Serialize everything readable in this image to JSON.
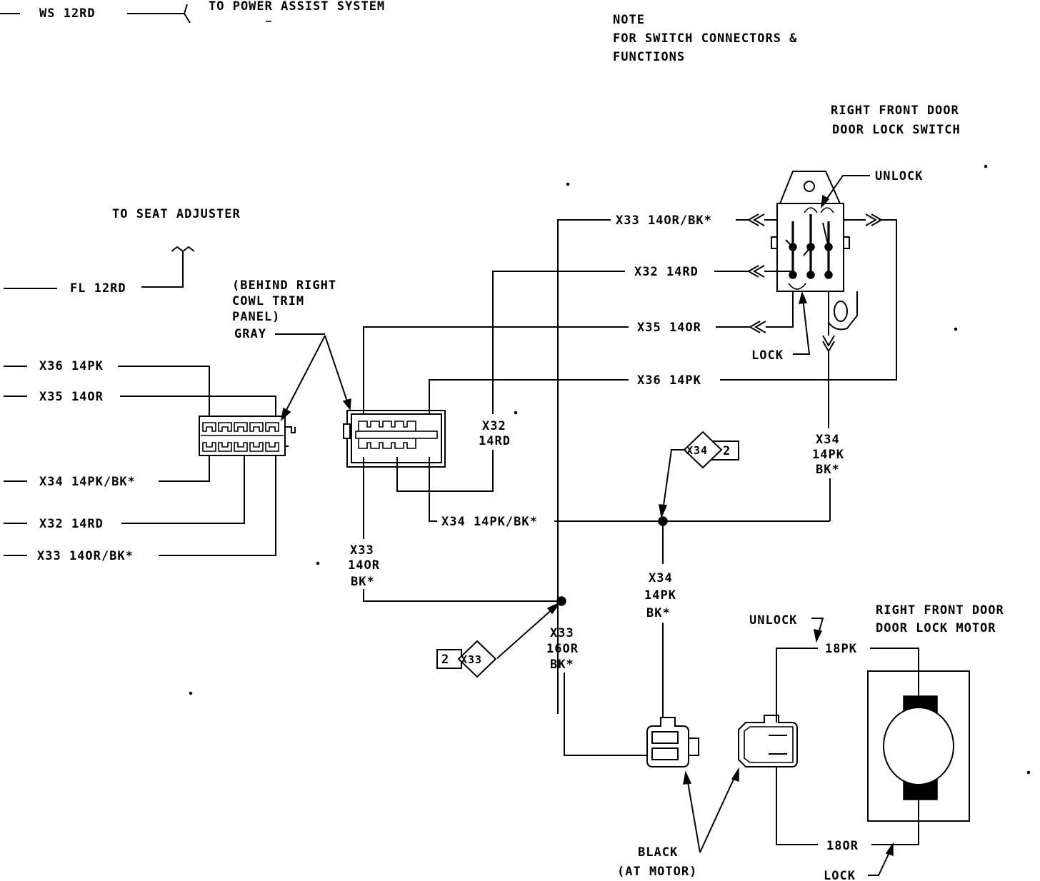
{
  "top": {
    "ws_wire": "WS 12RD",
    "power_assist": "TO POWER ASSIST SYSTEM",
    "note_line1": "NOTE",
    "note_line2": "FOR SWITCH CONNECTORS &",
    "note_line3": "FUNCTIONS"
  },
  "seat": {
    "label": "TO SEAT ADJUSTER",
    "fl_wire": "FL 12RD"
  },
  "connector_note": {
    "line1": "(BEHIND RIGHT",
    "line2": "COWL TRIM",
    "line3": "PANEL)",
    "color": "GRAY"
  },
  "left_wires": {
    "x36": "X36 14PK",
    "x35": "X35 14OR",
    "x34": "X34 14PK/BK*",
    "x32": "X32 14RD",
    "x33": "X33 14OR/BK*"
  },
  "switch": {
    "title1": "RIGHT FRONT DOOR",
    "title2": "DOOR LOCK SWITCH",
    "unlock": "UNLOCK",
    "lock": "LOCK",
    "x33": "X33 14OR/BK*",
    "x32": "X32 14RD",
    "x35": "X35 14OR",
    "x36": "X36 14PK",
    "x34_a": "X34",
    "x34_b": "14PK",
    "x34_c": "BK*"
  },
  "middle": {
    "x32_a": "X32",
    "x32_b": "14RD",
    "x34_run": "X34 14PK/BK*",
    "x33_a": "X33",
    "x33_b": "14OR",
    "x33_c": "BK*",
    "x33b_a": "X33",
    "x33b_b": "16OR",
    "x33b_c": "BK*",
    "x34v_a": "X34",
    "x34v_b": "14PK",
    "x34v_c": "BK*",
    "splice1_num": "2",
    "splice1_id": "X33",
    "splice2_id": "X34",
    "splice2_num": "2"
  },
  "motor": {
    "title1": "RIGHT FRONT DOOR",
    "title2": "DOOR LOCK MOTOR",
    "unlock": "UNLOCK",
    "lock": "LOCK",
    "wire_pk": "18PK",
    "wire_or": "18OR",
    "black": "BLACK",
    "at_motor": "(AT MOTOR)"
  }
}
